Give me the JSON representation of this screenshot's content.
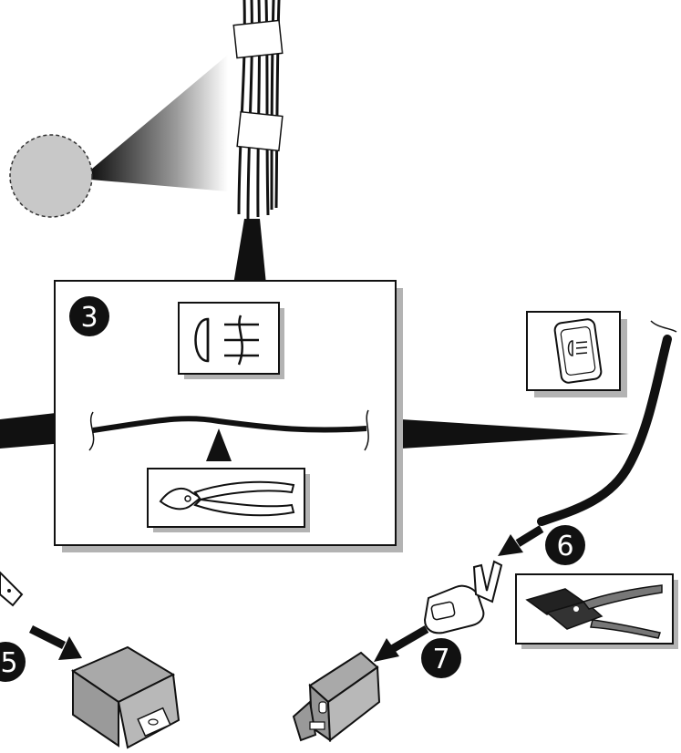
{
  "steps": {
    "step3": "3",
    "step5": "5",
    "step6": "6",
    "step7": "7"
  },
  "icons": {
    "harness": "wire-harness-icon",
    "magnifier": "detail-magnifier-icon",
    "fog_lamp": "fog-lamp-symbol-icon",
    "switch": "fog-lamp-switch-icon",
    "side_cutters": "side-cutter-pliers-icon",
    "crimper": "crimping-tool-icon",
    "terminal": "spade-terminal-icon",
    "connector": "connector-housing-icon"
  },
  "colors": {
    "ink": "#111111",
    "panel_shadow": "#b3b3b3",
    "connector_fill": "#a9a9a9",
    "magnifier_fill": "#c8c8c8"
  }
}
